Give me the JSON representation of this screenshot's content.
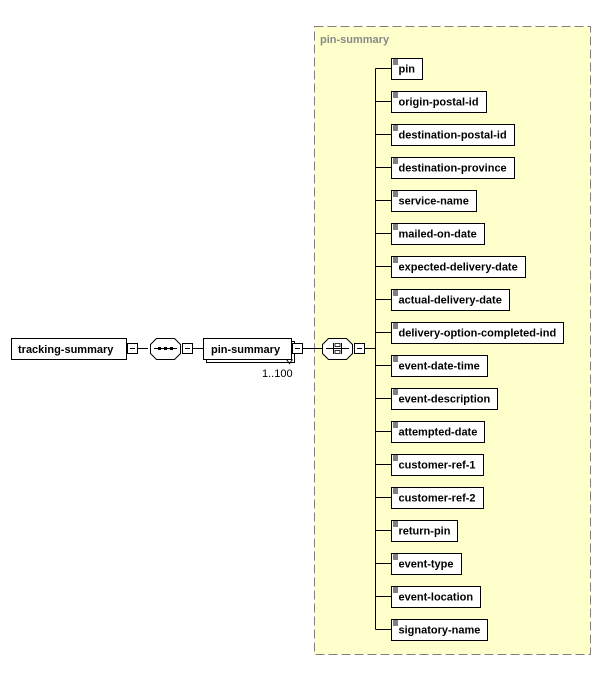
{
  "root": {
    "name": "tracking-summary"
  },
  "child": {
    "name": "pin-summary",
    "occurs": "1..100"
  },
  "group": {
    "title": "pin-summary",
    "elements": [
      "pin",
      "origin-postal-id",
      "destination-postal-id",
      "destination-province",
      "service-name",
      "mailed-on-date",
      "expected-delivery-date",
      "actual-delivery-date",
      "delivery-option-completed-ind",
      "event-date-time",
      "event-description",
      "attempted-date",
      "customer-ref-1",
      "customer-ref-2",
      "return-pin",
      "event-type",
      "event-location",
      "signatory-name"
    ]
  },
  "colors": {
    "group_fill": "#FFFFCC",
    "group_border": "#808080",
    "box_border": "#000000",
    "title_text": "#888888"
  }
}
